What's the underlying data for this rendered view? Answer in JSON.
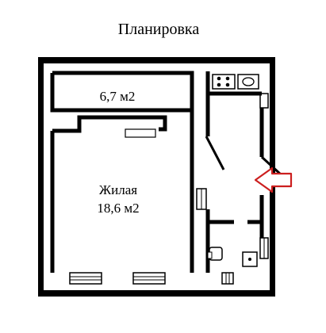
{
  "title": "Планировка",
  "rooms": {
    "small": {
      "area": "6,7 м2"
    },
    "living": {
      "name": "Жилая",
      "area": "18,6 м2"
    }
  },
  "colors": {
    "wall": "#000000",
    "background": "#ffffff",
    "entrance_arrow": "#cc1f1f"
  },
  "icons": {
    "entrance": "entrance-arrow-icon",
    "stove": "stove-icon",
    "sink": "sink-icon",
    "toilet": "toilet-icon",
    "bathtub": "bathtub-icon"
  }
}
